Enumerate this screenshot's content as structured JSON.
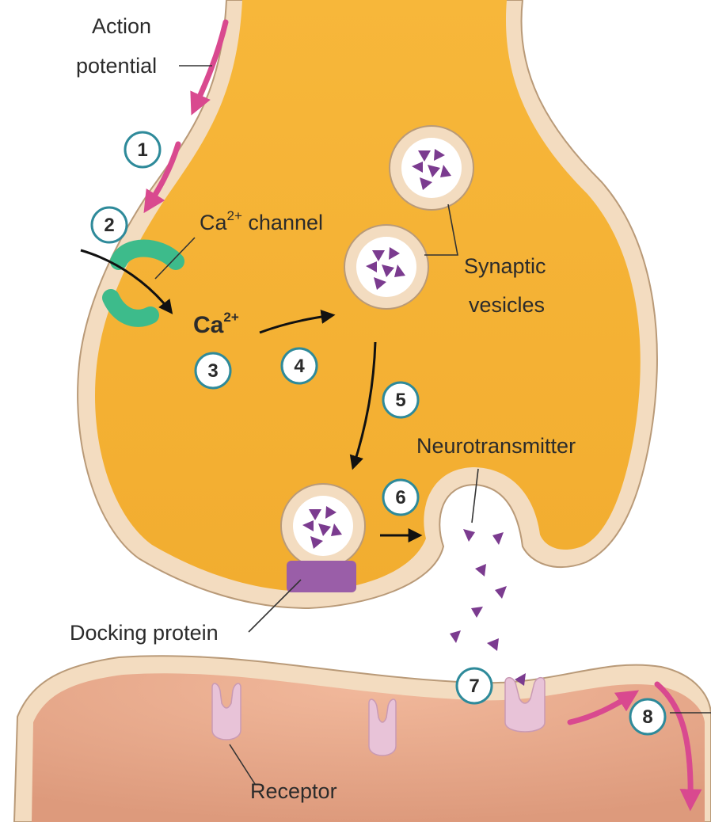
{
  "labels": {
    "action_potential_line1": "Action",
    "action_potential_line2": "potential",
    "ca_channel_prefix": "Ca",
    "ca_channel_sup": "2+",
    "ca_channel_suffix": " channel",
    "ca_ion": "Ca",
    "ca_ion_sup": "2+",
    "synaptic_vesicles_line1": "Synaptic",
    "synaptic_vesicles_line2": "vesicles",
    "neurotransmitter": "Neurotransmitter",
    "docking_protein": "Docking protein",
    "receptor": "Receptor"
  },
  "steps": [
    "1",
    "2",
    "3",
    "4",
    "5",
    "6",
    "7",
    "8"
  ],
  "colors": {
    "presynaptic_fill": "#f7b93b",
    "postsynaptic_fill": "#e9a98a",
    "membrane": "#f3dcc0",
    "membrane_edge": "#b99a78",
    "arrow_pink": "#d9498f",
    "ca_channel": "#3dbb8b",
    "neurotransmitter": "#7b3b8f",
    "docking_protein": "#9a5ea8",
    "receptor": "#e8c3d8",
    "step_circle_border": "#2e8a9a"
  }
}
